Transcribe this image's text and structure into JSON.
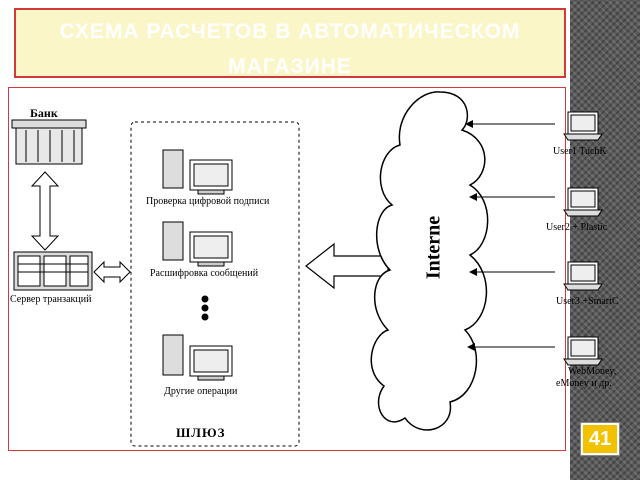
{
  "slide": {
    "title_line1": "СХЕМА РАСЧЕТОВ В АВТОМАТИЧЕСКОМ",
    "title_line2": "МАГАЗИНЕ",
    "page_number": "41"
  },
  "diagram": {
    "bank_label": "Банк",
    "transaction_server_label": "Сервер транзакций",
    "gateway_label": "ШЛЮЗ",
    "gateway_items": [
      "Проверка цифровой подписи",
      "Расшифровка сообщений",
      "Другие операции"
    ],
    "internet_label": "Interne",
    "users": [
      "User1 TuchK",
      "User2 + Plastic",
      "User3 +SmartC",
      "WebMoney,",
      "eMoney и др."
    ]
  },
  "colors": {
    "title_border": "#d23a3a",
    "title_fill": "#fbf6c8",
    "badge": "#f2c200"
  }
}
